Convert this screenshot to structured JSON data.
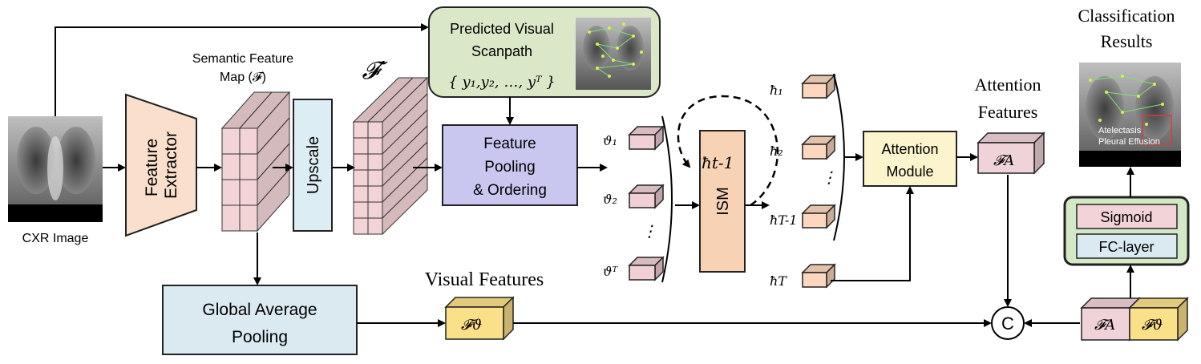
{
  "input": {
    "label": "CXR Image"
  },
  "feature_extractor": {
    "line1": "Feature",
    "line2": "Extractor"
  },
  "semantic_map": {
    "line1": "Semantic Feature",
    "line2": "Map (𝓕)"
  },
  "upscale": {
    "label": "Upscale"
  },
  "upscaled_map": {
    "label": "𝓕′"
  },
  "scanpath": {
    "line1": "Predicted Visual",
    "line2": "Scanpath",
    "seq": "{ y₁,y₂, …, yᵀ }"
  },
  "pooling": {
    "line1": "Feature",
    "line2": "Pooling",
    "line3": "& Ordering"
  },
  "theta_list": [
    "ϑ₁",
    "ϑ₂",
    "⋮",
    "ϑᵀ"
  ],
  "ism": {
    "label": "ISM",
    "hidden": "ħt-1"
  },
  "h_list": [
    "ħ₁",
    "ħ₂",
    "⋮",
    "ħT-1"
  ],
  "h_last": "ħT",
  "attention_module": {
    "line1": "Attention",
    "line2": "Module"
  },
  "attention_features": {
    "line1": "Attention",
    "line2": "Features",
    "symbol": "𝓕A"
  },
  "gap": {
    "line1": "Global Average",
    "line2": "Pooling"
  },
  "visual_features": {
    "label": "Visual Features",
    "symbol": "𝓕ϑ"
  },
  "concat": {
    "symbol": "C"
  },
  "concat_pair": {
    "left": "𝓕A",
    "right": "𝓕ϑ"
  },
  "classifier": {
    "sigmoid": "Sigmoid",
    "fc": "FC-layer"
  },
  "results": {
    "line1": "Classification",
    "line2": "Results",
    "finding1": "Atelectasis",
    "finding2": "Pleural Effusion"
  },
  "colors": {
    "extractor": "#f9dfcc",
    "upscale": "#dcedf3",
    "grid": "#f2d3d6",
    "scanpath": "#dbe8c8",
    "pooling": "#c9c7ef",
    "ism": "#f8d2b5",
    "attention": "#fbf4cc",
    "gap": "#dbeaf1",
    "feat_a": "#f0d3d8",
    "feat_v": "#fbe08a",
    "classifier": "#d3e8c5",
    "sigmoid": "#f2d3d8",
    "fc": "#dbeaf1"
  }
}
